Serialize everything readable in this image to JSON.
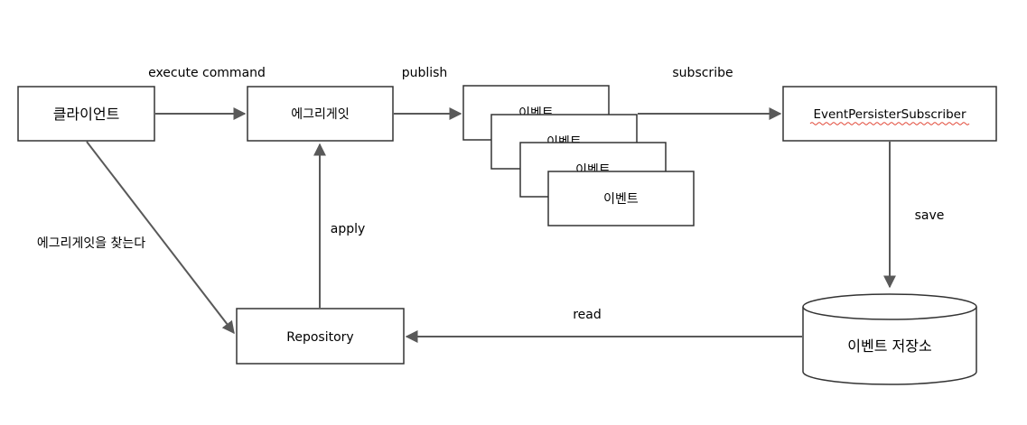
{
  "nodes": {
    "client": "클라이언트",
    "aggregate": "에그리게잇",
    "event_1": "이벤트",
    "event_2": "이벤트",
    "event_3": "이벤트",
    "event_4": "이벤트",
    "subscriber": "EventPersisterSubscriber",
    "repository": "Repository",
    "event_store": "이벤트 저장소"
  },
  "edges": {
    "execute_command": "execute command",
    "publish": "publish",
    "subscribe": "subscribe",
    "save": "save",
    "read": "read",
    "apply": "apply",
    "find_aggregate": "에그리게잇을 찾는다"
  }
}
